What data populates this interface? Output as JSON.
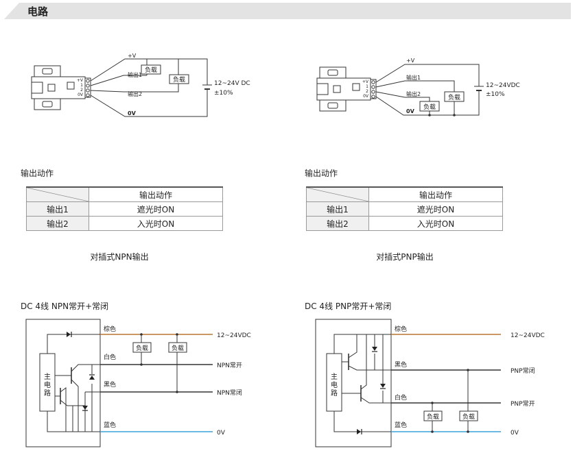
{
  "header": {
    "title": "电路"
  },
  "npn_diagram": {
    "plus_v": "+V",
    "out1": "输出1",
    "out2": "输出2",
    "zero_v": "0V",
    "load": "负载",
    "supply": "12~24V DC",
    "tolerance": "±10%",
    "pins": [
      "+V",
      "1",
      "2",
      "0V"
    ]
  },
  "pnp_diagram": {
    "plus_v": "+V",
    "out1": "输出1",
    "out2": "输出2",
    "zero_v": "0V",
    "load": "负载",
    "supply": "12~24VDC",
    "tolerance": "±10%",
    "pins": [
      "+V",
      "1",
      "2",
      "0V"
    ]
  },
  "tables": [
    {
      "title": "输出动作",
      "header": "输出动作",
      "rows": [
        {
          "key": "输出1",
          "value": "遮光时ON"
        },
        {
          "key": "输出2",
          "value": "入光时ON"
        }
      ],
      "caption": "对插式NPN输出"
    },
    {
      "title": "输出动作",
      "header": "输出动作",
      "rows": [
        {
          "key": "输出1",
          "value": "遮光时ON"
        },
        {
          "key": "输出2",
          "value": "入光时ON"
        }
      ],
      "caption": "对插式PNP输出"
    }
  ],
  "npn_wiring": {
    "title": "DC 4线 NPN常开+常闭",
    "circuit_label": [
      "主",
      "电",
      "路"
    ],
    "wires": [
      "棕色",
      "白色",
      "黑色",
      "蓝色"
    ],
    "supply": "12~24VDC",
    "no": "NPN常开",
    "nc": "NPN常闭",
    "zero_v": "0V",
    "load": "负载"
  },
  "pnp_wiring": {
    "title": "DC 4线 PNP常开+常闭",
    "circuit_label": [
      "主",
      "电",
      "路"
    ],
    "wires": [
      "棕色",
      "黑色",
      "白色",
      "蓝色"
    ],
    "supply": "12~24VDC",
    "nc": "PNP常闭",
    "no": "PNP常开",
    "zero_v": "0V",
    "load": "负载"
  },
  "colors": {
    "brown": "#b8742e",
    "blue": "#3aa0d8",
    "line": "#333333",
    "header_bg": "#e3e3e3"
  }
}
